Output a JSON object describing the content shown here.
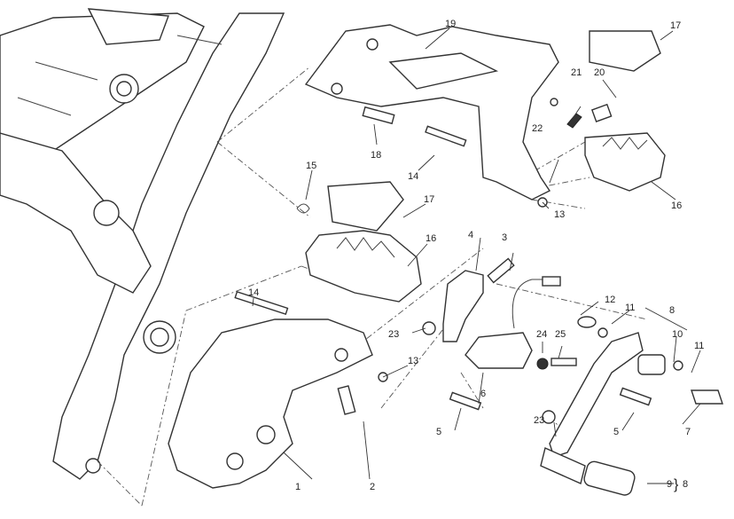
{
  "diagram": {
    "title": "Footrest and gear change pedal exploded view",
    "labels": {
      "frame_bracket": "1",
      "bolt_2": "2",
      "bolt_3": "3",
      "lever_4": "4",
      "bolt_5a": "5",
      "sensor_6": "6",
      "pin_7": "7",
      "pedal_8": "8",
      "rubber_9": "9",
      "brace_8": "8",
      "bush_10": "10",
      "washer_11a": "11",
      "washer_11b": "11",
      "washer_12": "12",
      "nut_13a": "13",
      "nut_13b": "13",
      "pin_14a": "14",
      "pin_14b": "14",
      "spring_15": "15",
      "footpeg_16a": "16",
      "footpeg_16b": "16",
      "rubber_17a": "17",
      "rubber_17b": "17",
      "bolt_18": "18",
      "bracket_19": "19",
      "plate_20": "20",
      "spring_21": "21",
      "ball_22": "22",
      "nut_23a": "23",
      "nut_23b": "23",
      "nut_24": "24",
      "bolt_25": "25",
      "bolt_5b": "5",
      "sensor_label_6": "6"
    }
  }
}
